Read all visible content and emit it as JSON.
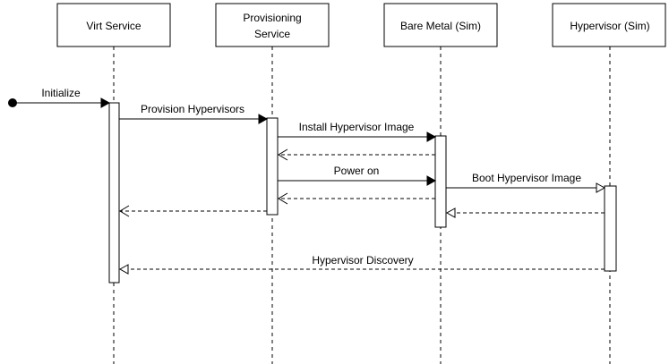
{
  "participants": [
    {
      "id": "virt",
      "label_lines": [
        "Virt Service"
      ]
    },
    {
      "id": "prov",
      "label_lines": [
        "Provisioning",
        "Service"
      ]
    },
    {
      "id": "bare",
      "label_lines": [
        "Bare Metal (Sim)"
      ]
    },
    {
      "id": "hyp",
      "label_lines": [
        "Hypervisor (Sim)"
      ]
    }
  ],
  "messages": [
    {
      "from": "start",
      "to": "virt",
      "label": "Initialize",
      "kind": "sync"
    },
    {
      "from": "virt",
      "to": "prov",
      "label": "Provision Hypervisors",
      "kind": "sync"
    },
    {
      "from": "prov",
      "to": "bare",
      "label": "Install Hypervisor Image",
      "kind": "sync"
    },
    {
      "from": "bare",
      "to": "prov",
      "label": "",
      "kind": "return"
    },
    {
      "from": "prov",
      "to": "bare",
      "label": "Power on",
      "kind": "sync"
    },
    {
      "from": "bare",
      "to": "hyp",
      "label": "Boot Hypervisor Image",
      "kind": "async"
    },
    {
      "from": "bare",
      "to": "prov",
      "label": "",
      "kind": "return"
    },
    {
      "from": "prov",
      "to": "virt",
      "label": "",
      "kind": "return"
    },
    {
      "from": "hyp",
      "to": "bare",
      "label": "",
      "kind": "async-return"
    },
    {
      "from": "hyp",
      "to": "virt",
      "label": "Hypervisor Discovery",
      "kind": "async-return"
    }
  ]
}
